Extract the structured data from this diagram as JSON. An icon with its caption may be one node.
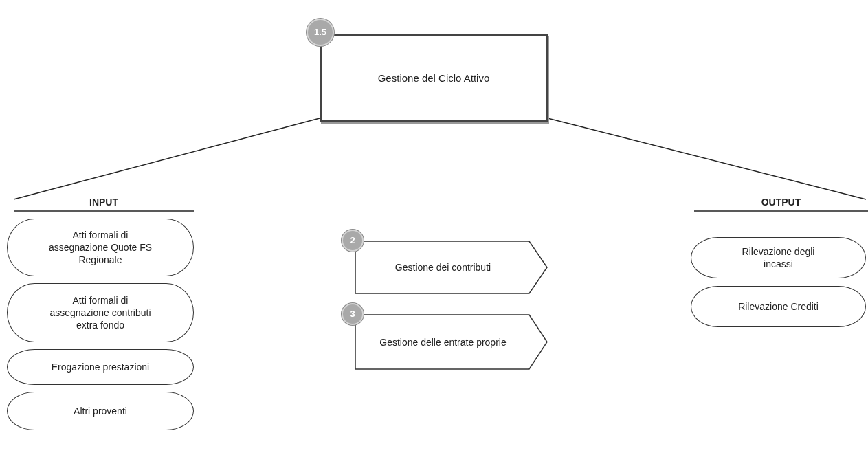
{
  "diagram": {
    "nodes": [
      {
        "text": [
          "1.5"
        ]
      },
      {
        "text": [
          "Gestione del Ciclo Attivo"
        ]
      },
      {
        "text": [
          "Atti formali di assegnazione Quote FS Regionale"
        ]
      },
      {
        "text": [
          "Atti formali di assegnazione contributi extra fondo"
        ]
      },
      {
        "text": [
          "Erogazione prestazioni"
        ]
      },
      {
        "text": [
          "Altri proventi"
        ]
      },
      {
        "text": [
          "2"
        ]
      },
      {
        "text": [
          "Gestione dei contributi"
        ]
      },
      {
        "text": [
          "3"
        ]
      },
      {
        "text": [
          "Gestione delle entrate proprie"
        ]
      },
      {
        "text": [
          "Rilevazione degli incassi"
        ]
      },
      {
        "text": [
          "Rilevazione Crediti"
        ]
      }
    ],
    "edges": [
      {
        "from": 1,
        "to": null,
        "arrow": "none"
      },
      {
        "from": 1,
        "to": null,
        "arrow": "none"
      }
    ],
    "labels": [
      "INPUT",
      "OUTPUT"
    ]
  }
}
